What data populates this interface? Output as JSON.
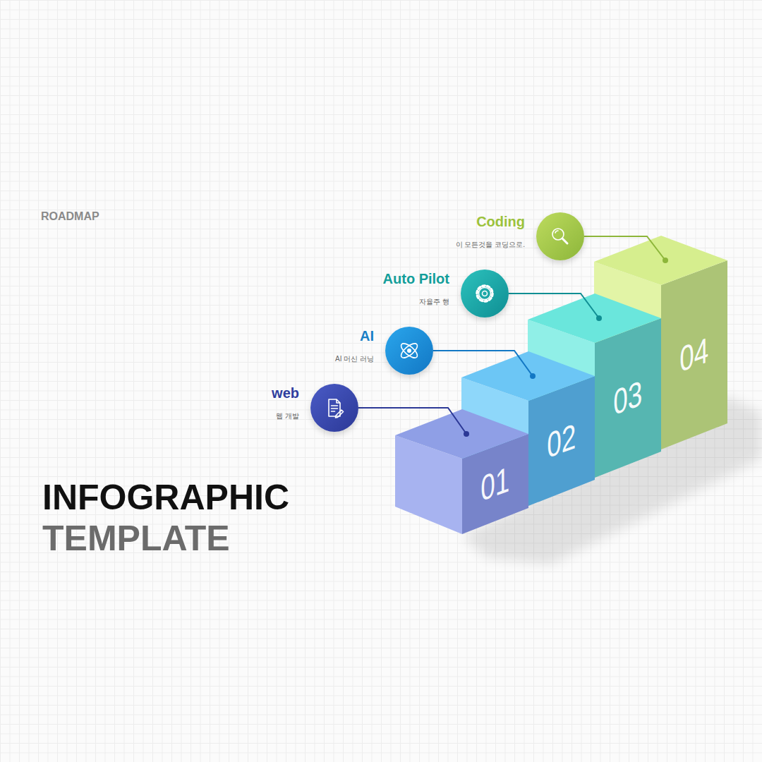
{
  "diagram": {
    "title": "INFOGRAPHIC TEMPLATE",
    "nodes": [
      {
        "text": [
          "web",
          "웹 개발"
        ]
      },
      {
        "text": [
          "AI",
          "AI 머신 러닝"
        ]
      },
      {
        "text": [
          "Auto Pilot",
          "자율주 행"
        ]
      },
      {
        "text": [
          "Coding",
          "이 모든것을 코딩으로."
        ]
      },
      {
        "text": [
          "01"
        ]
      },
      {
        "text": [
          "02"
        ]
      },
      {
        "text": [
          "03"
        ]
      },
      {
        "text": [
          "04"
        ]
      }
    ],
    "edges": [
      {
        "from": 0,
        "to": 4,
        "arrow": "none"
      },
      {
        "from": 1,
        "to": 5,
        "arrow": "none"
      },
      {
        "from": 2,
        "to": 6,
        "arrow": "none"
      },
      {
        "from": 3,
        "to": 7,
        "arrow": "none"
      }
    ],
    "labels": [
      "ROADMAP"
    ]
  }
}
